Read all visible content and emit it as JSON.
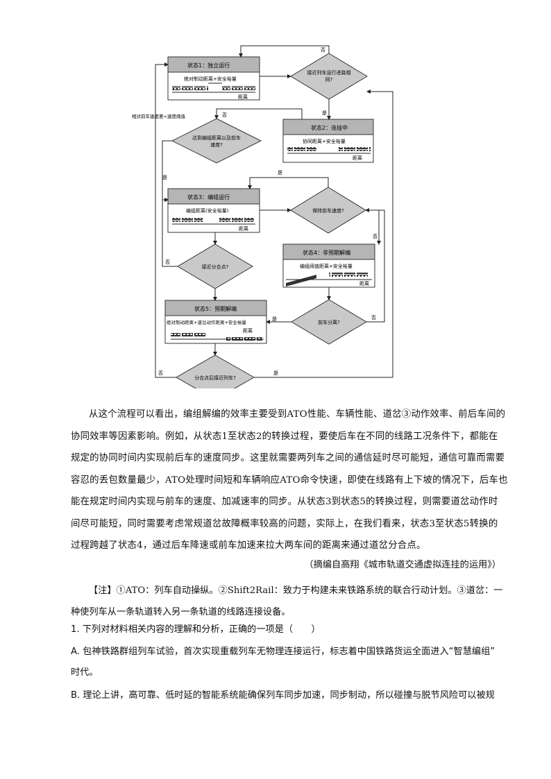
{
  "flowchart": {
    "state1": {
      "title": "状态1：独立运行",
      "label": "绝对制动距离+安全裕量",
      "axis": "距离"
    },
    "state2": {
      "title": "状态2：连挂中",
      "label": "协同距离+安全裕量",
      "axis": "距离"
    },
    "state3": {
      "title": "状态3：编组运行",
      "label": "编组距离(安全裕量)",
      "axis": "距离"
    },
    "state4": {
      "title": "状态4：非预期解编",
      "label": "编组阈值距离+安全裕量",
      "axis": "距离"
    },
    "state5": {
      "title": "状态5：预期解编",
      "label": "绝对制动距离+道岔动作距离+安全裕量",
      "axis": "距离"
    },
    "d1": "接近列车运行进路相同?",
    "d1_line1": "接近列车运行进路相",
    "d1_line2": "同?",
    "d2_line1": "达到编组距离以及前车",
    "d2_line2": "速度?",
    "d3": "保持前车速度?",
    "d4": "接近分合点?",
    "d5": "前车分离?",
    "d6": "分合点后接近列车?",
    "side_note": "相对前车速度差<速度阈值",
    "yes": "是",
    "no": "否"
  },
  "body": {
    "para1": [
      "从这个流程可以看出，编组解编的效率主要受到ATO性能、车辆性能、道岔③动作效率、前后车间的",
      "协同效率等因素影响。例如，从状态1至状态2的转换过程，要使后车在不同的线路工况条件下，都能在",
      "规定的协同时间内实现前后车的速度同步。这里就需要两列车之间的通信延时尽可能短，通信可靠而需要",
      "容忍的丢包数量最少，ATO处理时间短和车辆响应ATO命令快速，即使在线路有上下坡的情况下，后车也",
      "能在规定时间内实现与前车的速度、加减速率的同步。从状态3到状态5的转换过程，则需要道岔动作时",
      "间尽可能短，同时需要考虑常规道岔故障概率较高的问题，实际上，在我们看来，状态3至状态5转换的",
      "过程跨越了状态4，通过后车降速或前车加速来拉大两车间的距离来通过道岔分合点。"
    ],
    "source": "（摘编自高翔《城市轨道交通虚拟连挂的运用》）",
    "note": [
      "【注】①ATO：列车自动操纵。②Shift2Rail：致力于构建未来铁路系统的联合行动计划。③道岔：一",
      "种使列车从一条轨道转入另一条轨道的线路连接设备。"
    ],
    "question1": "1. 下列对材料相关内容的理解和分析，正确的一项是（　　）",
    "optionA": [
      "A. 包神铁路群组列车试验，首次实现重载列车无物理连接运行，标志着中国铁路货运全面进入“智慧编组”",
      "时代。"
    ],
    "optionB": "B. 理论上讲，高可靠、低时延的智能系统能确保列车同步加速，同步制动，所以碰撞与脱节风险可以被规"
  }
}
